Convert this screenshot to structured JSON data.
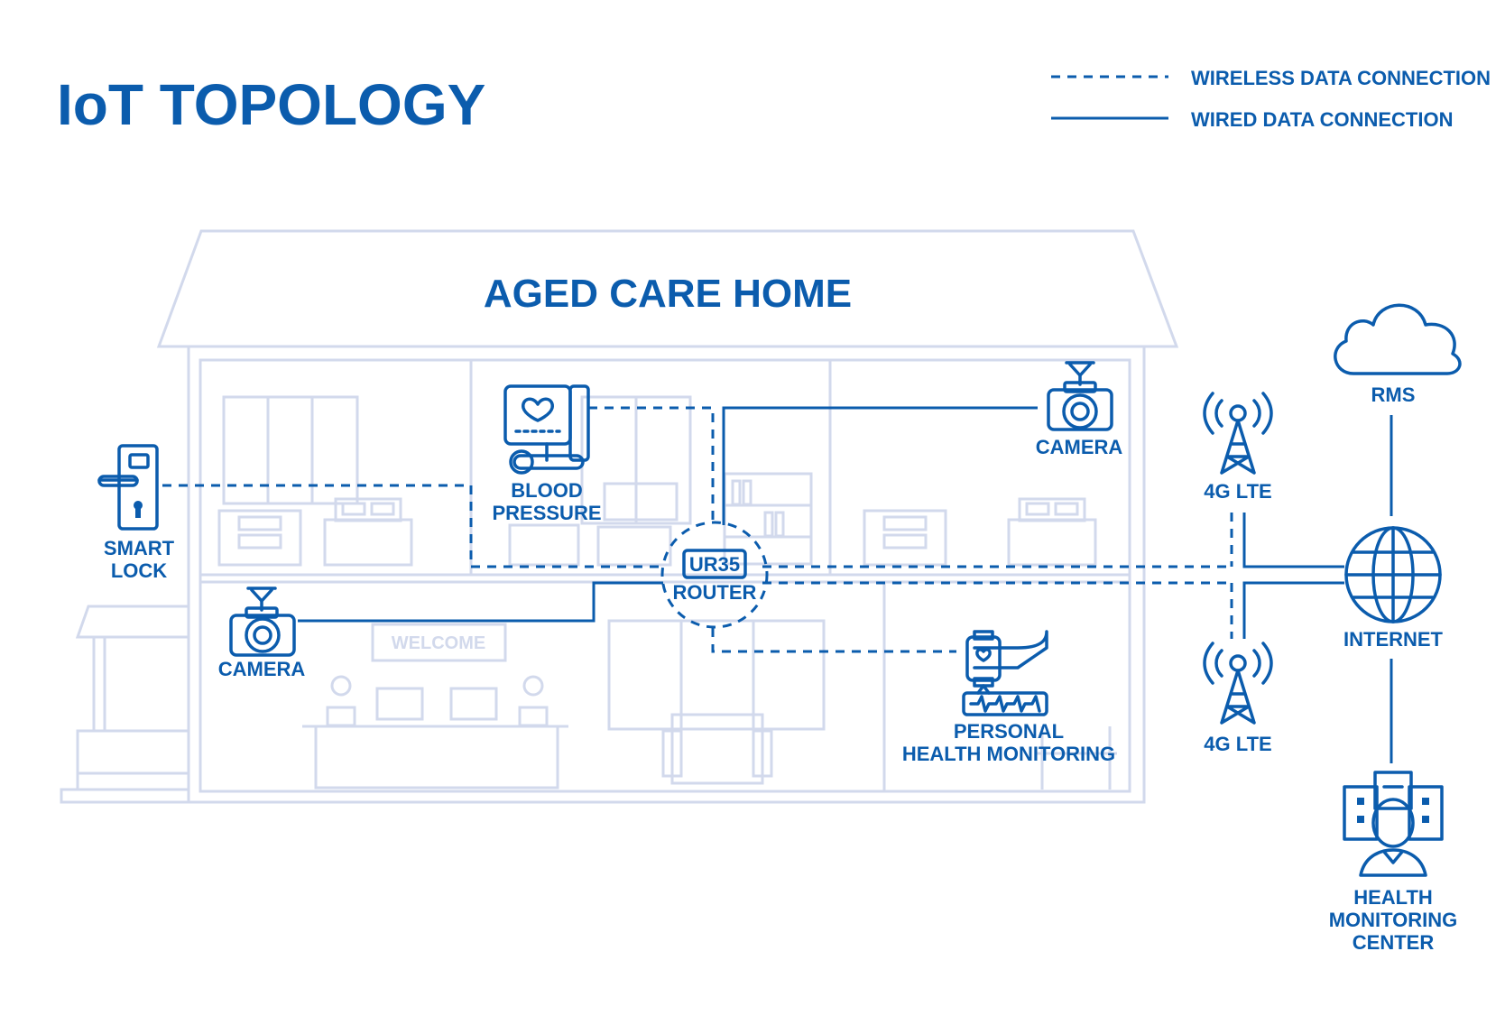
{
  "title": "IoT TOPOLOGY",
  "legend": {
    "wireless_label": "WIRELESS DATA CONNECTION",
    "wired_label": "WIRED DATA CONNECTION"
  },
  "building": {
    "title": "AGED CARE HOME",
    "welcome_sign": "WELCOME"
  },
  "nodes": {
    "smart_lock": {
      "line1": "SMART",
      "line2": "LOCK",
      "icon": "smart-lock-icon"
    },
    "blood_pressure": {
      "line1": "BLOOD",
      "line2": "PRESSURE",
      "icon": "blood-pressure-monitor-icon"
    },
    "camera_upper": {
      "label": "CAMERA",
      "icon": "camera-icon"
    },
    "camera_lower": {
      "label": "CAMERA",
      "icon": "camera-icon"
    },
    "router": {
      "model": "UR35",
      "label": "ROUTER",
      "icon": "router-icon"
    },
    "health_monitoring": {
      "line1": "PERSONAL",
      "line2": "HEALTH MONITORING",
      "icon": "smartwatch-icon"
    },
    "tower_upper": {
      "label": "4G LTE",
      "icon": "cell-tower-icon"
    },
    "tower_lower": {
      "label": "4G LTE",
      "icon": "cell-tower-icon"
    },
    "internet": {
      "label": "INTERNET",
      "icon": "globe-icon"
    },
    "rms": {
      "label": "RMS",
      "icon": "cloud-icon"
    },
    "health_center": {
      "line1": "HEALTH",
      "line2": "MONITORING",
      "line3": "CENTER",
      "icon": "person-building-icon"
    }
  },
  "colors": {
    "accent": "#0b5cad",
    "building_outline": "#d2d9ec",
    "background": "#ffffff"
  }
}
